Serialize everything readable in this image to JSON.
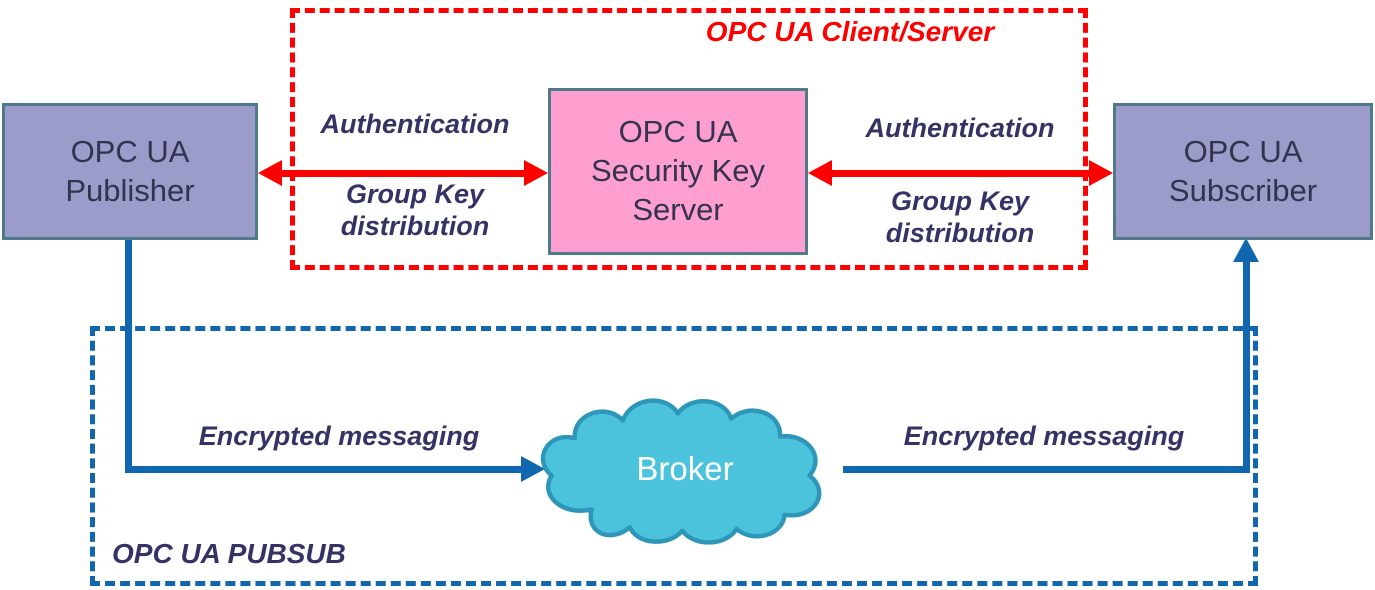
{
  "diagram": {
    "groups": {
      "client_server": {
        "label": "OPC UA Client/Server"
      },
      "pubsub": {
        "label": "OPC UA PUBSUB"
      }
    },
    "nodes": {
      "publisher": {
        "label": "OPC UA\nPublisher"
      },
      "security_key_server": {
        "label": "OPC UA\nSecurity Key\nServer"
      },
      "subscriber": {
        "label": "OPC UA\nSubscriber"
      },
      "broker": {
        "label": "Broker"
      }
    },
    "edges": {
      "publisher_sks": {
        "top_label": "Authentication",
        "bottom_label": "Group Key\ndistribution"
      },
      "sks_subscriber": {
        "top_label": "Authentication",
        "bottom_label": "Group Key\ndistribution"
      },
      "publisher_broker": {
        "label": "Encrypted messaging"
      },
      "broker_subscriber": {
        "label": "Encrypted messaging"
      }
    },
    "colors": {
      "client_server_border": "#FF0000",
      "pubsub_border": "#1166B0",
      "node_fill_purple": "#9C9CCB",
      "node_fill_pink": "#FF9FD0",
      "node_border": "#4E7A8C",
      "cloud_fill": "#4CC3DC",
      "cloud_border": "#2E96B8",
      "label_navy": "#333366",
      "arrow_red": "#FF0000",
      "arrow_blue": "#1166B0"
    }
  }
}
